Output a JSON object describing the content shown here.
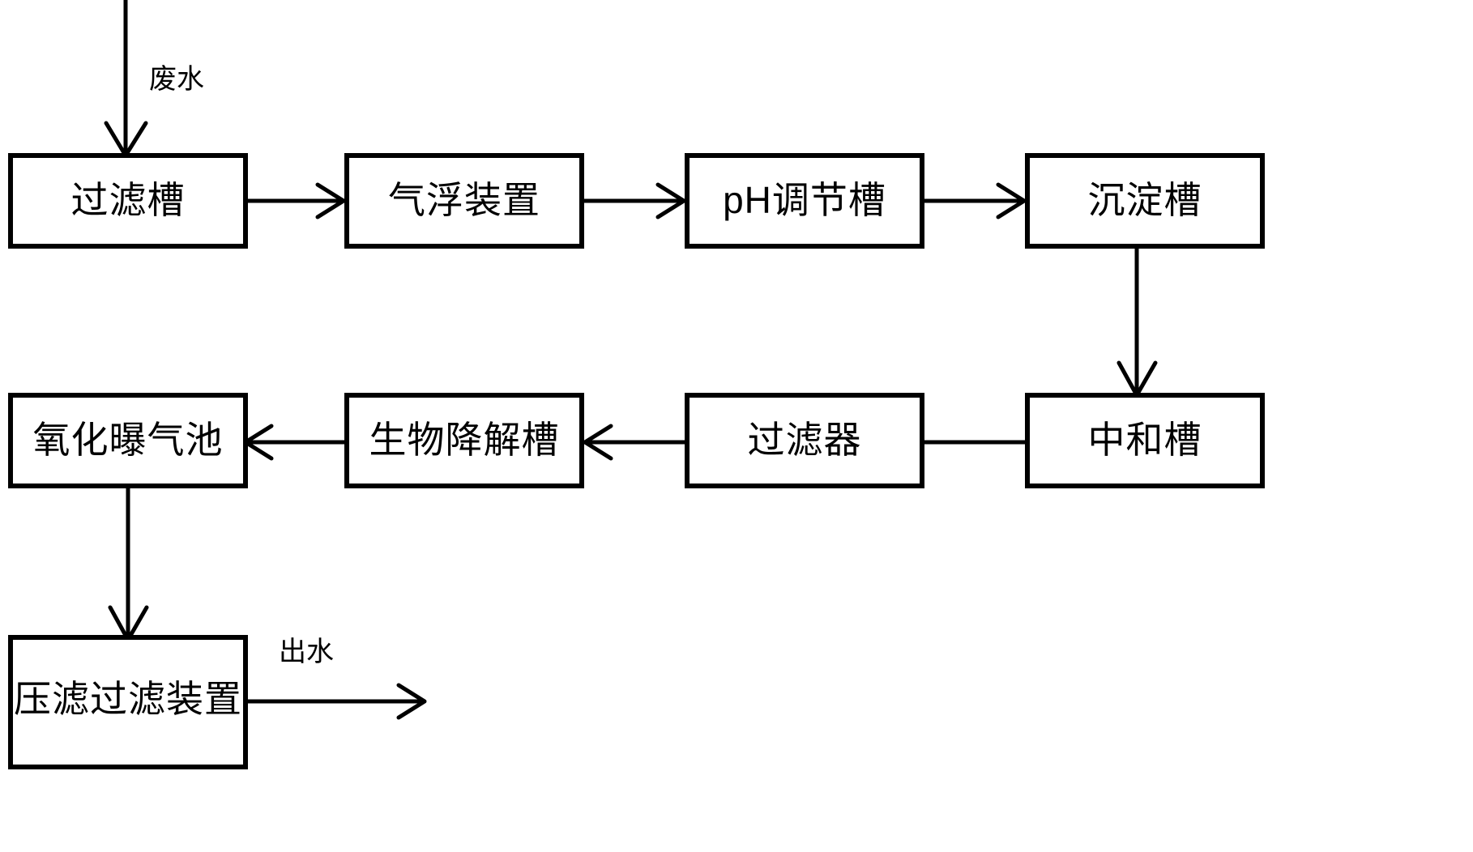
{
  "diagram": {
    "type": "process-flow-diagram",
    "title": "",
    "background_color": "#ffffff",
    "line_color": "#000000",
    "nodes": [
      {
        "id": "filter-tank",
        "label": "过滤槽",
        "row": 1,
        "col": 1
      },
      {
        "id": "air-flotation",
        "label": "气浮装置",
        "row": 1,
        "col": 2
      },
      {
        "id": "ph-adjust-tank",
        "label": "pH调节槽",
        "row": 1,
        "col": 3
      },
      {
        "id": "sedimentation-tank",
        "label": "沉淀槽",
        "row": 1,
        "col": 4
      },
      {
        "id": "neutralize-tank",
        "label": "中和槽",
        "row": 2,
        "col": 4
      },
      {
        "id": "filter-unit",
        "label": "过滤器",
        "row": 2,
        "col": 3
      },
      {
        "id": "biodegradation",
        "label": "生物降解槽",
        "row": 2,
        "col": 2
      },
      {
        "id": "aeration-pool",
        "label": "氧化曝气池",
        "row": 2,
        "col": 1
      },
      {
        "id": "press-filter",
        "label": "压滤过滤装置",
        "row": 3,
        "col": 1
      }
    ],
    "edge_labels": {
      "inlet": "废水",
      "outlet": "出水"
    },
    "edges": [
      {
        "from": "inlet",
        "to": "filter-tank",
        "label": "废水",
        "direction": "down"
      },
      {
        "from": "filter-tank",
        "to": "air-flotation",
        "label": "",
        "direction": "right"
      },
      {
        "from": "air-flotation",
        "to": "ph-adjust-tank",
        "label": "",
        "direction": "right"
      },
      {
        "from": "ph-adjust-tank",
        "to": "sedimentation-tank",
        "label": "",
        "direction": "right"
      },
      {
        "from": "sedimentation-tank",
        "to": "neutralize-tank",
        "label": "",
        "direction": "down"
      },
      {
        "from": "neutralize-tank",
        "to": "filter-unit",
        "label": "",
        "direction": "left"
      },
      {
        "from": "filter-unit",
        "to": "biodegradation",
        "label": "",
        "direction": "left"
      },
      {
        "from": "biodegradation",
        "to": "aeration-pool",
        "label": "",
        "direction": "left"
      },
      {
        "from": "aeration-pool",
        "to": "press-filter",
        "label": "",
        "direction": "down"
      },
      {
        "from": "press-filter",
        "to": "outlet",
        "label": "出水",
        "direction": "right"
      }
    ]
  }
}
